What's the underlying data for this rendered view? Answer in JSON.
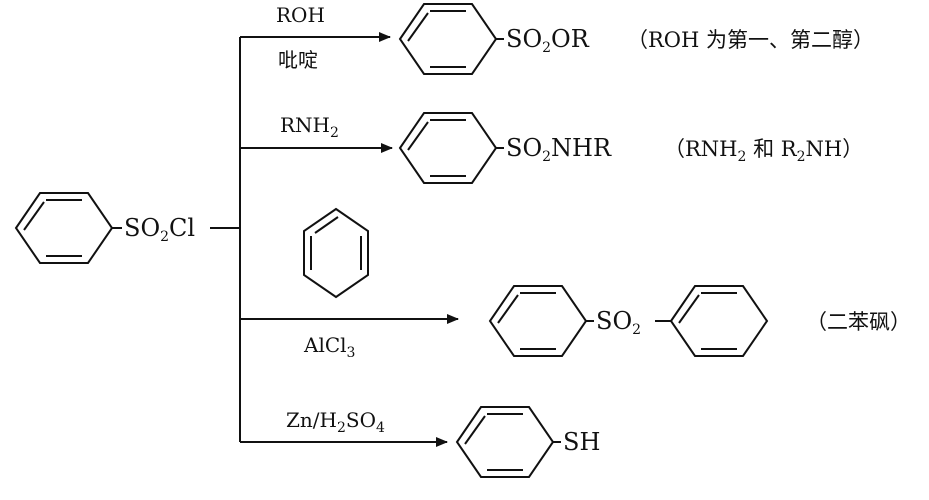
{
  "scheme": {
    "reactant": {
      "ring": "benzene",
      "group": {
        "main": "SO",
        "sub": "2",
        "tail": "Cl"
      }
    },
    "reactions": [
      {
        "reagent_above": {
          "main": "ROH",
          "sub": "",
          "tail": ""
        },
        "reagent_below": "吡啶",
        "product_group": {
          "main": "SO",
          "sub": "2",
          "tail": "OR"
        },
        "note": {
          "pre": "（ROH 为第一、第二醇）",
          "sub1": "",
          "mid": "",
          "sub2": "",
          "post": ""
        }
      },
      {
        "reagent_above": {
          "main": "RNH",
          "sub": "2",
          "tail": ""
        },
        "product_group": {
          "main": "SO",
          "sub": "2",
          "tail": "NHR"
        },
        "note": {
          "pre": "（RNH",
          "sub1": "2",
          "mid": " 和 R",
          "sub2": "2",
          "post": "NH）"
        }
      },
      {
        "reagent_above_ring": "benzene",
        "reagent_below": {
          "main": "AlCl",
          "sub": "3",
          "tail": ""
        },
        "product_group": {
          "main": "SO",
          "sub": "2",
          "tail": ""
        },
        "note": {
          "pre": "（二苯砜）",
          "sub1": "",
          "mid": "",
          "sub2": "",
          "post": ""
        }
      },
      {
        "reagent_above": {
          "main": "Zn/H",
          "sub": "2",
          "tail": "SO",
          "sub2": "4"
        },
        "product_group": {
          "main": "SH",
          "sub": "",
          "tail": ""
        }
      }
    ]
  },
  "colors": {
    "ink": "#111111",
    "background": "#ffffff"
  }
}
